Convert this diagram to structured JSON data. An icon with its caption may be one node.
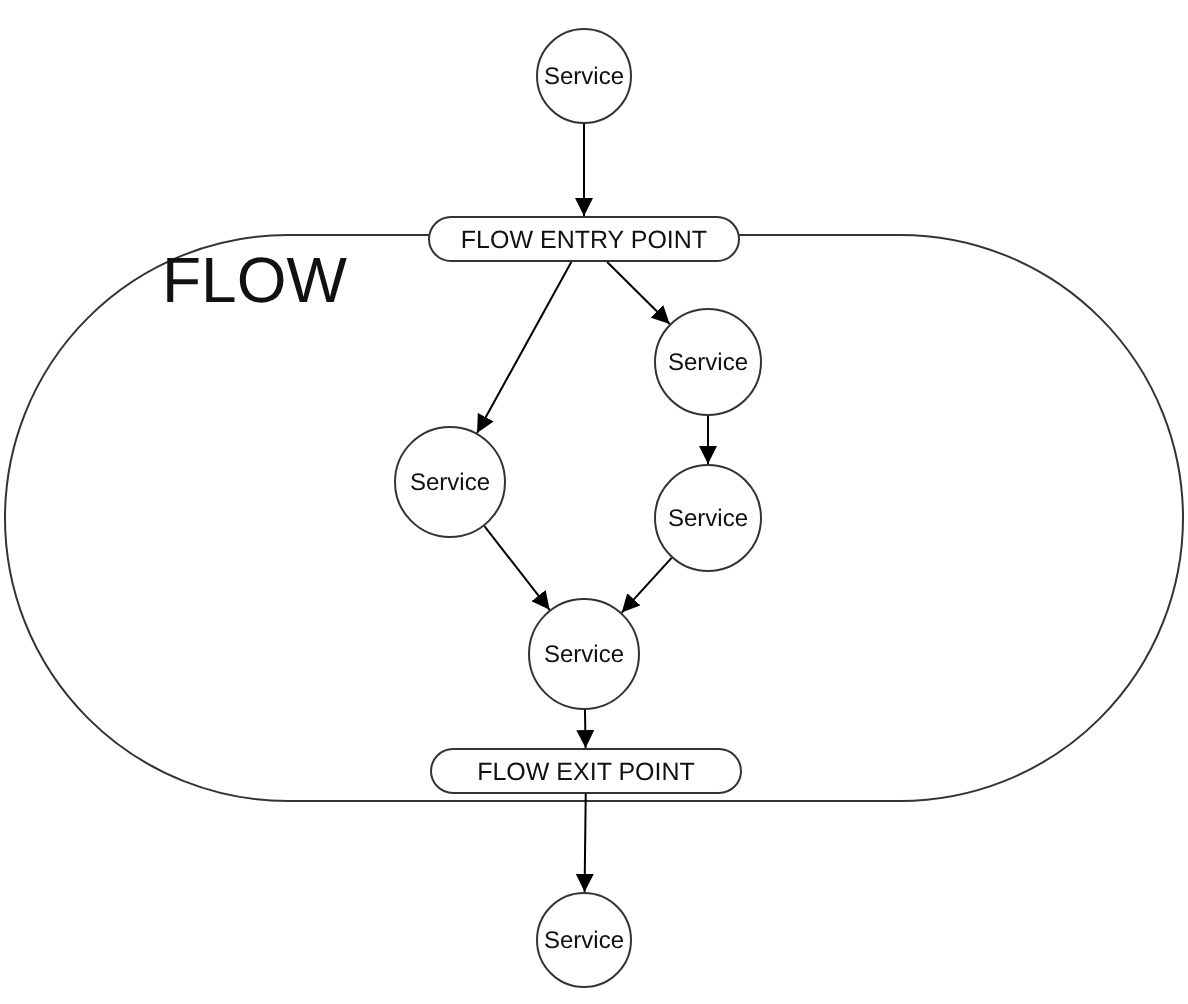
{
  "diagram": {
    "nodes": [
      {
        "text": [
          "Service"
        ]
      },
      {
        "text": [
          "FLOW"
        ]
      },
      {
        "text": [
          "FLOW ENTRY POINT"
        ]
      },
      {
        "text": [
          "Service"
        ],
        "in": 1
      },
      {
        "text": [
          "Service"
        ],
        "in": 1
      },
      {
        "text": [
          "Service"
        ],
        "in": 1
      },
      {
        "text": [
          "Service"
        ],
        "in": 1
      },
      {
        "text": [
          "FLOW EXIT POINT"
        ],
        "in": 1
      },
      {
        "text": [
          "Service"
        ]
      }
    ],
    "edges": [
      {
        "from": 0,
        "to": 2,
        "arrow": "to"
      },
      {
        "from": 2,
        "to": 4,
        "arrow": "to"
      },
      {
        "from": 2,
        "to": 3,
        "arrow": "to"
      },
      {
        "from": 3,
        "to": 5,
        "arrow": "to"
      },
      {
        "from": 4,
        "to": 6,
        "arrow": "to"
      },
      {
        "from": 5,
        "to": 6,
        "arrow": "to"
      },
      {
        "from": 6,
        "to": 7,
        "arrow": "to"
      },
      {
        "from": 7,
        "to": 8,
        "arrow": "to"
      }
    ]
  }
}
